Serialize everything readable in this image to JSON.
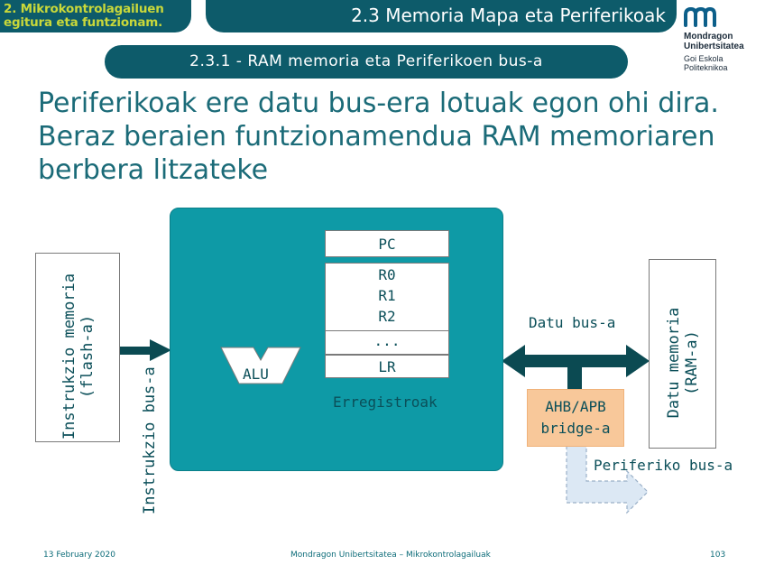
{
  "header": {
    "chapter_line1": "2. Mikrokontrolagailuen",
    "chapter_line2": "egitura eta funtzionam.",
    "section_title": "2.3  Memoria Mapa eta Periferikoak",
    "subtitle": "2.3.1 - RAM memoria eta Periferikoen bus-a"
  },
  "logo": {
    "line1": "Mondragon",
    "line2": "Unibertsitatea",
    "line3": "Goi Eskola",
    "line4": "Politeknikoa"
  },
  "main": {
    "line1": "Periferikoak ere datu bus-era lotuak egon ohi dira.",
    "line2": "Beraz beraien funtzionamendua RAM memoriaren",
    "line3": "berbera litzateke"
  },
  "diagram": {
    "instr_mem_line1": "Instrukzio memoria",
    "instr_mem_line2": "(flash-a)",
    "instr_bus": "Instrukzio bus-a",
    "registers": [
      "PC",
      "R0",
      "R1",
      "R2",
      "...",
      "LR"
    ],
    "alu": "ALU",
    "registers_label": "Erregistroak",
    "data_bus": "Datu bus-a",
    "bridge_line1": "AHB/APB",
    "bridge_line2": "bridge-a",
    "periph_bus": "Periferiko bus-a",
    "data_mem_line1": "Datu memoria",
    "data_mem_line2": "(RAM-a)"
  },
  "footer": {
    "date": "13 February 2020",
    "center": "Mondragon Unibertsitatea – Mikrokontrolagailuak",
    "page": "103"
  },
  "colors": {
    "header_bg": "#0d5b6a",
    "chapter_text": "#c9d83a",
    "cpu_fill": "#0e9aa6",
    "bridge_fill": "#f8c89a",
    "arrow_dark": "#0b4a52"
  }
}
